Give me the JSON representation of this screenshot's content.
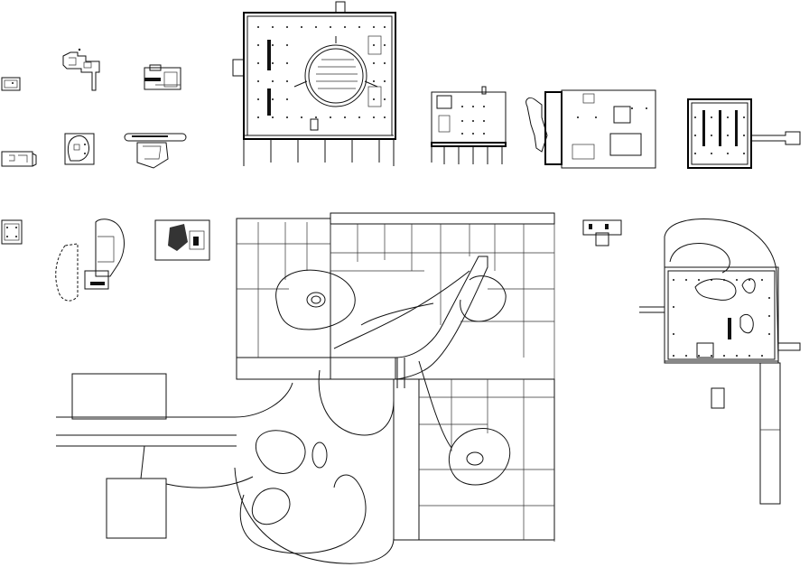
{
  "drawing": {
    "background": "#ffffff",
    "line_color": "#111111",
    "sheet_labels": [],
    "plans": [
      {
        "id": "plan-small-1"
      },
      {
        "id": "plan-small-2"
      },
      {
        "id": "plan-small-3"
      },
      {
        "id": "plan-small-4"
      },
      {
        "id": "plan-small-5"
      },
      {
        "id": "plan-small-6"
      },
      {
        "id": "plan-circular-hall"
      },
      {
        "id": "plan-gallery"
      },
      {
        "id": "plan-villa"
      },
      {
        "id": "plan-pavilion"
      },
      {
        "id": "plan-square-cube"
      },
      {
        "id": "plan-curved-house"
      },
      {
        "id": "plan-small-grey"
      },
      {
        "id": "plan-tiny-right"
      },
      {
        "id": "plan-large-site"
      },
      {
        "id": "plan-curved-building"
      }
    ]
  }
}
